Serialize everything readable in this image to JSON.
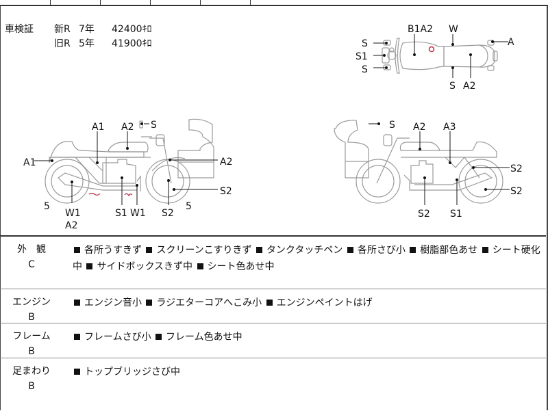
{
  "inspection_certificate": {
    "label": "車検証",
    "rows": [
      {
        "type": "新R",
        "year": "7年",
        "distance": "42400ｷﾛ"
      },
      {
        "type": "旧R",
        "year": "5年",
        "distance": "41900ｷﾛ"
      }
    ]
  },
  "diagram_top": {
    "labels": {
      "front_s_top": "S",
      "front_s1": "S1",
      "front_s_bottom": "S",
      "tank": "B1A2",
      "w": "W",
      "a": "A",
      "s_bottom": "S",
      "seat_a2": "A2"
    }
  },
  "diagram_left": {
    "labels": {
      "a1_rear": "A1",
      "a1_frame": "A1",
      "a2_tank": "A2",
      "s_mirror": "S",
      "a2_fender": "A2",
      "s2_wheel": "S2",
      "five_left": "5",
      "w1_exhaust": "W1",
      "a2_exhaust": "A2",
      "s1_engine": "S1",
      "w1_pipe": "W1",
      "s2_fork": "S2",
      "five_right": "5"
    }
  },
  "diagram_right": {
    "labels": {
      "s_mirror": "S",
      "a2_tank": "A2",
      "a3_frame": "A3",
      "s2_rear_upper": "S2",
      "s2_rear_wheel": "S2",
      "s2_engine": "S2",
      "s1_pipe": "S1"
    }
  },
  "sections": [
    {
      "category": "外　観",
      "grade": "C",
      "notes": [
        "各所うすきず",
        "スクリーンこすりきず",
        "タンクタッチペン",
        "各所さび小",
        "樹脂部色あせ",
        "シート硬化中",
        "サイドボックスきず中",
        "シート色あせ中"
      ]
    },
    {
      "category": "エンジン",
      "grade": "B",
      "notes": [
        "エンジン音小",
        "ラジエターコアへこみ小",
        "エンジンペイントはげ"
      ]
    },
    {
      "category": "フレーム",
      "grade": "B",
      "notes": [
        "フレームさび小",
        "フレーム色あせ中"
      ]
    },
    {
      "category": "足まわり",
      "grade": "B",
      "notes": [
        "トップブリッジさび中"
      ]
    }
  ],
  "colors": {
    "line": "#9a9a9a",
    "damage_mark": "#c0283a"
  }
}
